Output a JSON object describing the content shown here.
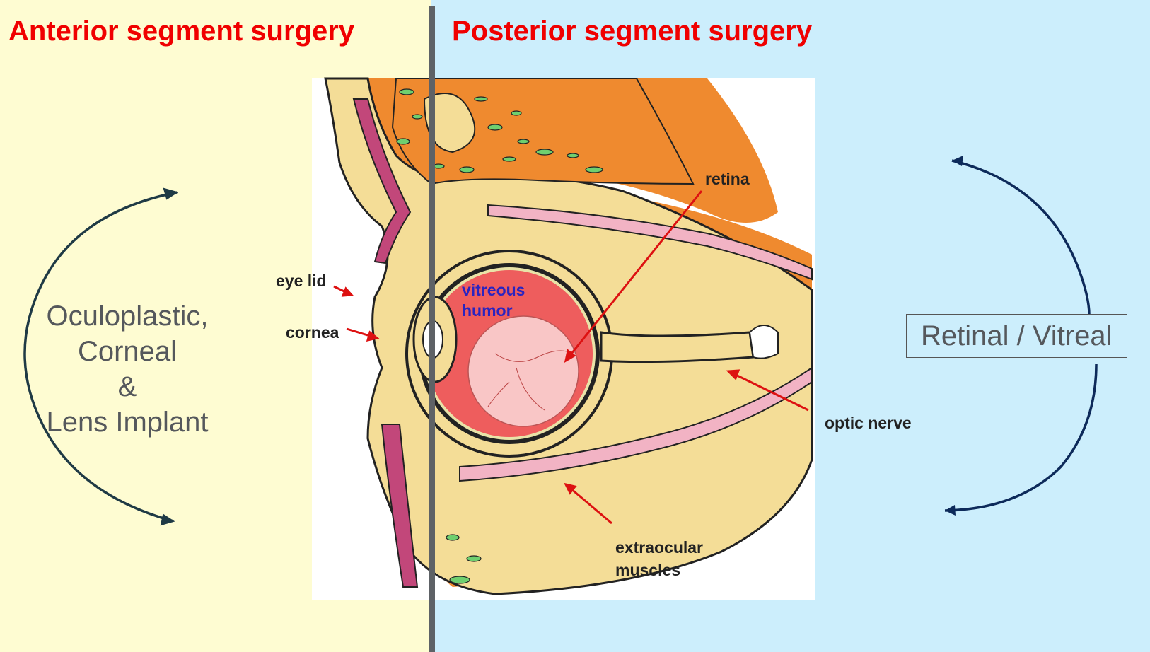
{
  "panels": {
    "anterior": {
      "heading": "Anterior segment surgery",
      "background": "#fefcd2"
    },
    "posterior": {
      "heading": "Posterior segment surgery",
      "background": "#cceefc"
    }
  },
  "heading_color": "#f00000",
  "anterior_specialties": [
    "Oculoplastic,",
    "Corneal",
    "&",
    "Lens Implant"
  ],
  "posterior_specialty": "Retinal / Vitreal",
  "diagram": {
    "labels": {
      "eye_lid": "eye lid",
      "cornea": "cornea",
      "vitreous_humor": [
        "vitreous",
        "humor"
      ],
      "retina": "retina",
      "optic_nerve": "optic nerve",
      "extraocular_muscles": [
        "extraocular",
        "muscles"
      ]
    }
  },
  "icons": [
    "curved-arrow-icon",
    "eye-anatomy-illustration"
  ]
}
